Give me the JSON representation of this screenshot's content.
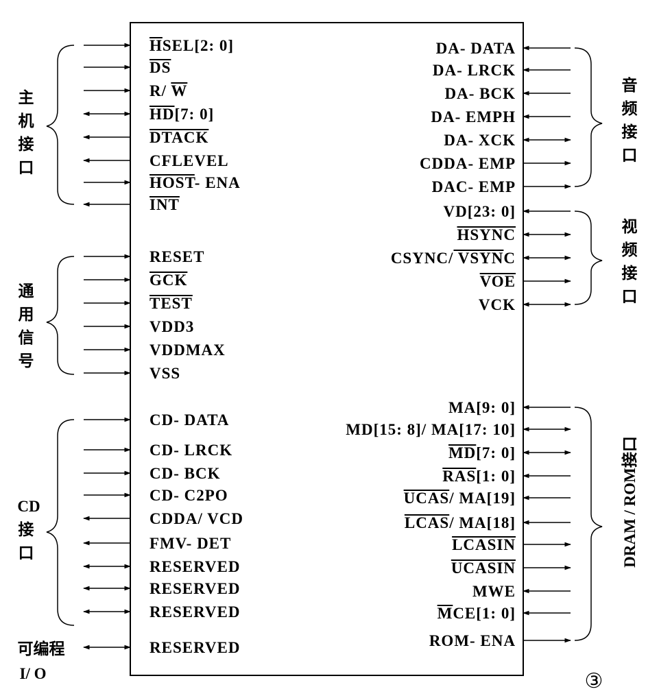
{
  "chip": {
    "left_pins": [
      {
        "label": "HSEL[2: 0]",
        "dir": "in"
      },
      {
        "label": "DS",
        "dir": "in"
      },
      {
        "label": "R/ W",
        "dir": "in"
      },
      {
        "label": "HD[7: 0]",
        "dir": "bi"
      },
      {
        "label": "DTACK",
        "dir": "out"
      },
      {
        "label": "CFLEVEL",
        "dir": "out"
      },
      {
        "label": "HOST- ENA",
        "dir": "in"
      },
      {
        "label": "INT",
        "dir": "out"
      },
      {
        "label": "RESET",
        "dir": "in"
      },
      {
        "label": "GCK",
        "dir": "in"
      },
      {
        "label": "TEST",
        "dir": "in"
      },
      {
        "label": "VDD3",
        "dir": "in"
      },
      {
        "label": "VDDMAX",
        "dir": "in"
      },
      {
        "label": "VSS",
        "dir": "in"
      },
      {
        "label": "CD- DATA",
        "dir": "in"
      },
      {
        "label": "CD- LRCK",
        "dir": "in"
      },
      {
        "label": "CD- BCK",
        "dir": "in"
      },
      {
        "label": "CD- C2PO",
        "dir": "in"
      },
      {
        "label": "CDDA/ VCD",
        "dir": "out"
      },
      {
        "label": "FMV- DET",
        "dir": "out"
      },
      {
        "label": "RESERVED",
        "dir": "bi"
      },
      {
        "label": "RESERVED",
        "dir": "bi"
      },
      {
        "label": "RESERVED",
        "dir": "bi"
      },
      {
        "label": "RESERVED",
        "dir": "bi"
      }
    ],
    "right_pins": [
      {
        "label": "DA- DATA",
        "dir": "out"
      },
      {
        "label": "DA- LRCK",
        "dir": "out"
      },
      {
        "label": "DA- BCK",
        "dir": "out"
      },
      {
        "label": "DA- EMPH",
        "dir": "out"
      },
      {
        "label": "DA- XCK",
        "dir": "bi"
      },
      {
        "label": "CDDA- EMP",
        "dir": "in"
      },
      {
        "label": "DAC- EMP",
        "dir": "in"
      },
      {
        "label": "VD[23: 0]",
        "dir": "out"
      },
      {
        "label": "HSYNC",
        "dir": "bi"
      },
      {
        "label": "CSYNC/ VSYNC",
        "dir": "bi"
      },
      {
        "label": "VOE",
        "dir": "in"
      },
      {
        "label": "VCK",
        "dir": "bi"
      },
      {
        "label": "MA[9: 0]",
        "dir": "out"
      },
      {
        "label": "MD[15: 8]/ MA[17: 10]",
        "dir": "bi"
      },
      {
        "label": "MD[7: 0]",
        "dir": "bi"
      },
      {
        "label": "RAS[1: 0]",
        "dir": "out"
      },
      {
        "label": "UCAS/ MA[19]",
        "dir": "out"
      },
      {
        "label": "LCAS/ MA[18]",
        "dir": "out"
      },
      {
        "label": "LCASIN",
        "dir": "in"
      },
      {
        "label": "UCASIN",
        "dir": "in"
      },
      {
        "label": "MWE",
        "dir": "out"
      },
      {
        "label": "MCE[1: 0]",
        "dir": "out"
      },
      {
        "label": "ROM- ENA",
        "dir": "in"
      }
    ]
  },
  "groups": {
    "host": "主机接口",
    "general": "通用信号",
    "cd": "CD接口",
    "prog_io_1": "可编程",
    "prog_io_2": "I/ O",
    "audio": "音频接口",
    "video": "视频接口",
    "dram": "DRAM / ROM接口"
  },
  "figure_mark": "③"
}
